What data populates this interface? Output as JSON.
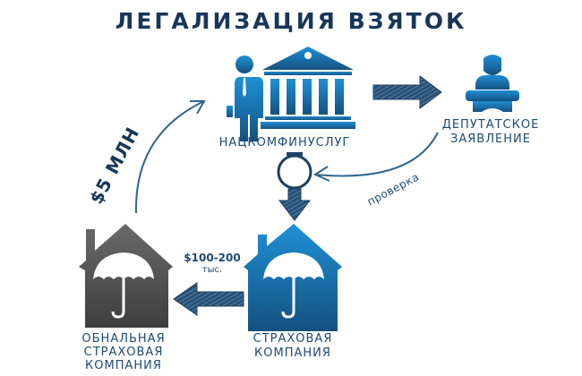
{
  "title": "ЛЕГАЛИЗАЦИЯ ВЗЯТОК",
  "nodes": {
    "regulator": "НАЦКОМФИНУСЛУГ",
    "deputy_line1": "ДЕПУТАТСКОЕ",
    "deputy_line2": "ЗАЯВЛЕНИЕ",
    "insurer_line1": "СТРАХОВАЯ",
    "insurer_line2": "КОМПАНИЯ",
    "cashout_line1": "ОБНАЛЬНАЯ",
    "cashout_line2": "СТРАХОВАЯ",
    "cashout_line3": "КОМПАНИЯ"
  },
  "edges": {
    "check": "проверка",
    "payment_line1": "$100-200",
    "payment_line2": "тыс.",
    "bribe": "$5 МЛН"
  },
  "colors": {
    "blue": "#1e86c8",
    "navy": "#17375a",
    "gray": "#555555"
  }
}
